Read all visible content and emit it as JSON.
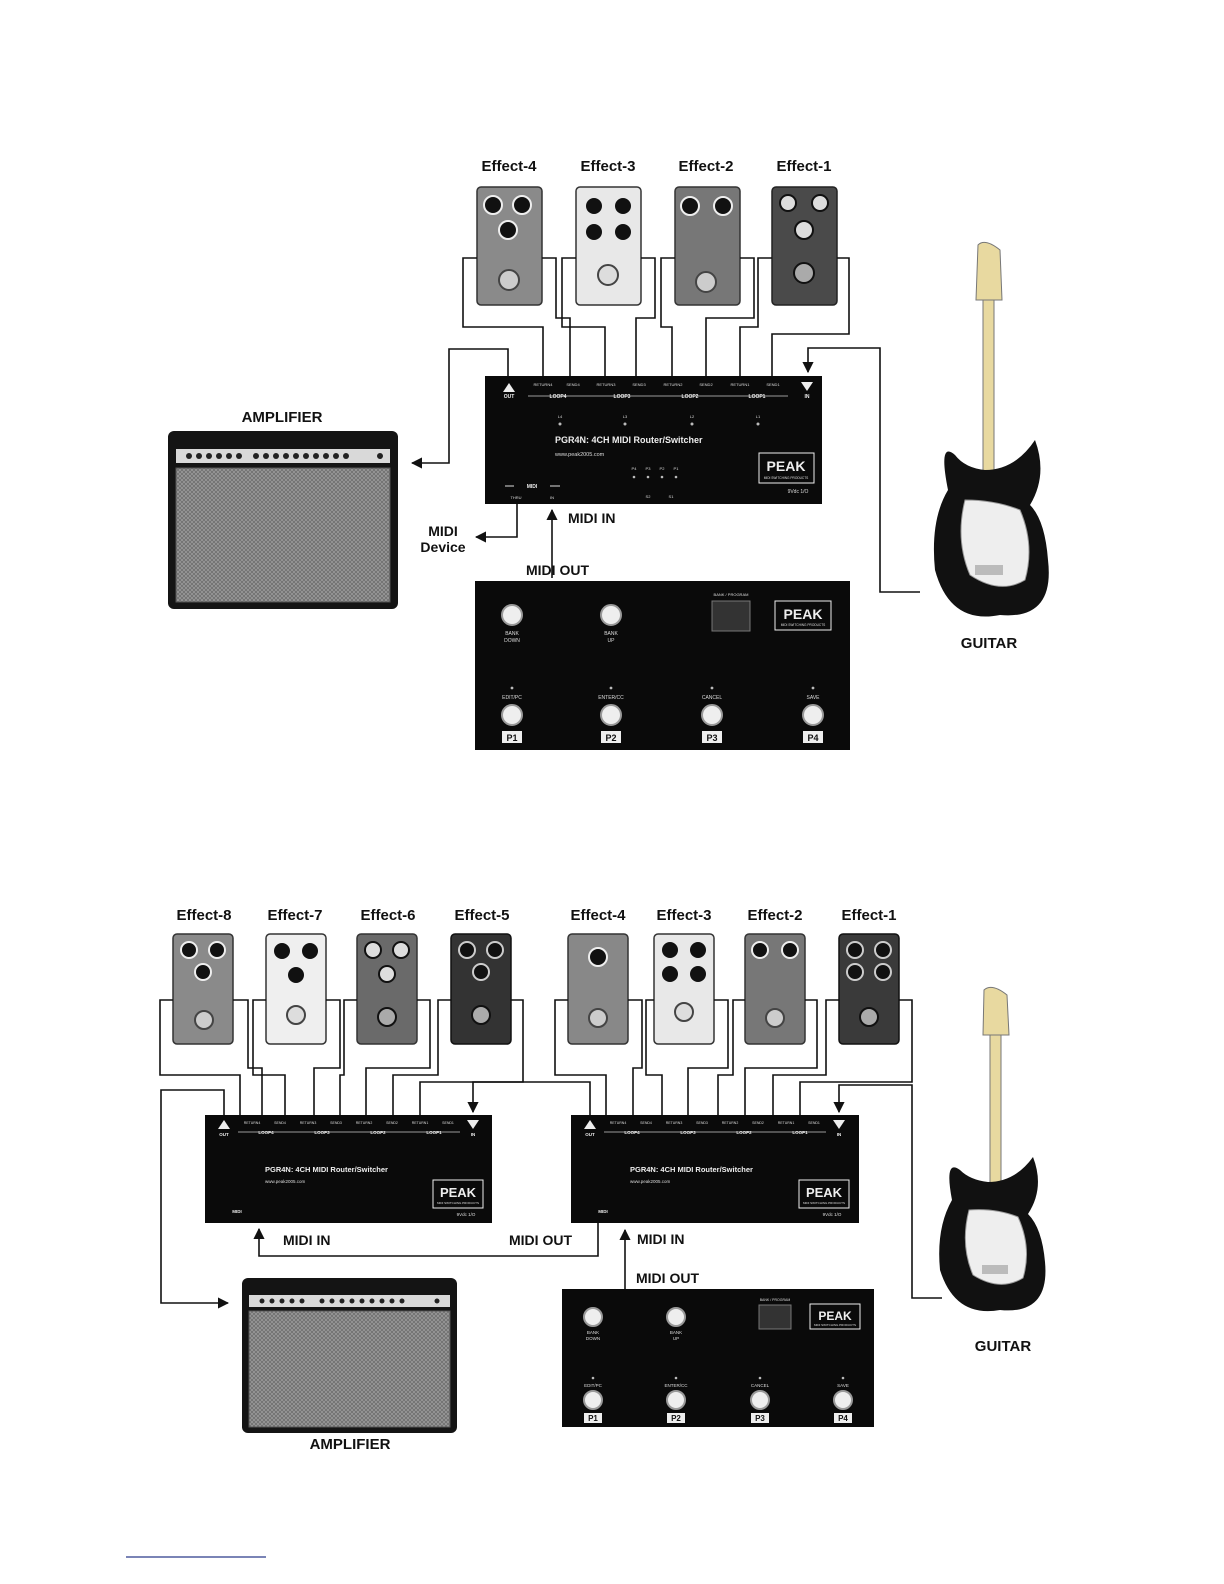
{
  "diagram1": {
    "effects": [
      "Effect-4",
      "Effect-3",
      "Effect-2",
      "Effect-1"
    ],
    "amplifier_label": "AMPLIFIER",
    "guitar_label": "GUITAR",
    "midi_device_label_1": "MIDI",
    "midi_device_label_2": "Device",
    "midi_in_label": "MIDI IN",
    "midi_out_label": "MIDI OUT"
  },
  "diagram2": {
    "effects": [
      "Effect-8",
      "Effect-7",
      "Effect-6",
      "Effect-5",
      "Effect-4",
      "Effect-3",
      "Effect-2",
      "Effect-1"
    ],
    "amplifier_label": "AMPLIFIER",
    "guitar_label": "GUITAR",
    "midi_in_label_left": "MIDI IN",
    "midi_out_label_center": "MIDI OUT",
    "midi_in_label_right": "MIDI IN",
    "midi_out_label_bottom": "MIDI OUT"
  },
  "router": {
    "title": "PGR4N: 4CH MIDI Router/Switcher",
    "url": "www.peak2005.com",
    "brand": "PEAK",
    "brand_sub": "MIDI SWITCHING PRODUCTS",
    "out": "OUT",
    "in": "IN",
    "jacks": [
      "RETURN4",
      "SEND4",
      "RETURN3",
      "SEND3",
      "RETURN2",
      "SEND2",
      "RETURN1",
      "SEND1"
    ],
    "loops": [
      "LOOP4",
      "LOOP3",
      "LOOP2",
      "LOOP1"
    ],
    "leds": [
      "L4",
      "L3",
      "L2",
      "L1"
    ],
    "presets": [
      "P4",
      "P3",
      "P2",
      "P1"
    ],
    "switches": [
      "S2",
      "S1"
    ],
    "midi": "MIDI",
    "thru": "THRU",
    "midi_in": "IN",
    "power": "9Vdc 1/O"
  },
  "controller": {
    "brand": "PEAK",
    "brand_sub": "MIDI SWITCHING PRODUCTS",
    "display_label": "BANK / PROGRAM",
    "bank_down": [
      "BANK",
      "DOWN"
    ],
    "bank_up": [
      "BANK",
      "UP"
    ],
    "functions": [
      "EDIT/PC",
      "ENTER/CC",
      "CANCEL",
      "SAVE"
    ],
    "presets": [
      "P1",
      "P2",
      "P3",
      "P4"
    ]
  }
}
